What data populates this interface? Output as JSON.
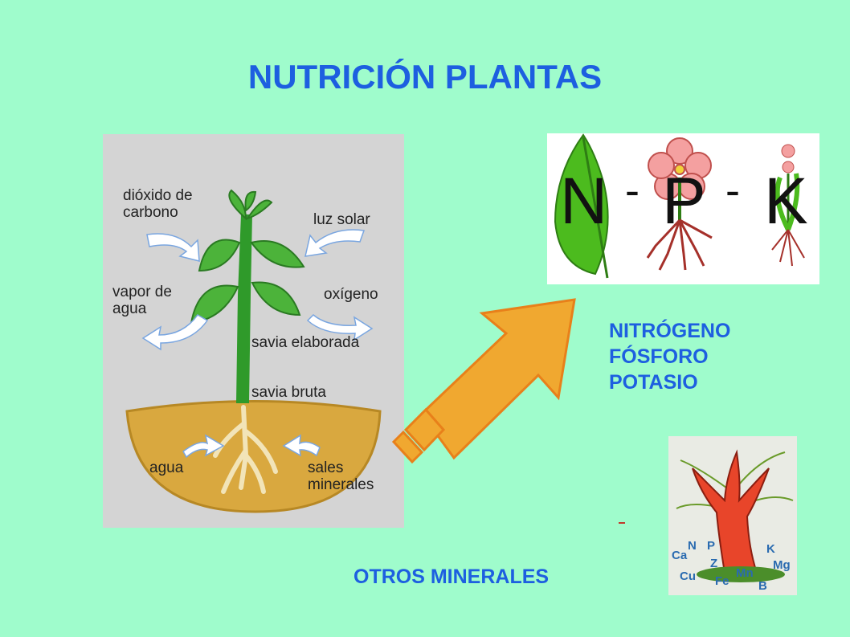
{
  "title": "NUTRICIÓN PLANTAS",
  "plant_diagram": {
    "labels": {
      "co2": "dióxido de\ncarbono",
      "sun": "luz solar",
      "vapor": "vapor de\nagua",
      "oxygen": "oxígeno",
      "elaborated_sap": "savia elaborada",
      "raw_sap": "savia bruta",
      "water": "agua",
      "minerals": "sales\nminerales"
    }
  },
  "npk": {
    "n": "N",
    "p": "P",
    "k": "K",
    "sep1": "-",
    "sep2": "-"
  },
  "nutrients": [
    "NITRÓGENO",
    "FÓSFORO",
    "POTASIO"
  ],
  "others_label": "OTROS MINERALES",
  "mineral_tree_letters": [
    "Ca",
    "N",
    "P",
    "Z",
    "Mn",
    "K",
    "Mg",
    "Cu",
    "Fe",
    "B"
  ],
  "colors": {
    "title": "#1d5fe0",
    "background": "#9ffccc",
    "arrow": "#f0a830"
  }
}
